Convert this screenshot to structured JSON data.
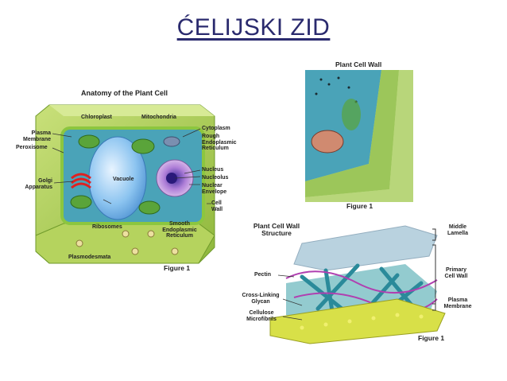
{
  "slide": {
    "title": "ĆELIJSKI ZID"
  },
  "anatomy": {
    "heading": "Anatomy of the Plant Cell",
    "figure": "Figure 1",
    "labels": {
      "chloroplast": "Chloroplast",
      "mitochondria": "Mitochondria",
      "plasma_membrane": "Plasma Membrane",
      "peroxisome": "Peroxisome",
      "golgi": "Golgi Apparatus",
      "vacuole": "Vacuole",
      "ribosomes": "Ribosomes",
      "plasmodesmata": "Plasmodesmata",
      "cytoplasm": "Cytoplasm",
      "rough_er": "Rough Endoplasmic Reticulum",
      "nucleus": "Nucleus",
      "nucleolus": "Nucleolus",
      "nuclear_envelope": "Nuclear Envelope",
      "cell_wall": "Cell Wall",
      "smooth_er": "Smooth Endoplasmic Reticulum"
    }
  },
  "wall_panel": {
    "heading": "Plant Cell Wall",
    "figure": "Figure 1"
  },
  "structure": {
    "heading": "Plant Cell Wall Structure",
    "figure": "Figure 1",
    "labels": {
      "pectin": "Pectin",
      "glycan": "Cross-Linking Glycan",
      "microfibrils": "Cellulose Microfibrils",
      "middle_lamella": "Middle Lamella",
      "primary_wall": "Primary Cell Wall",
      "plasma_membrane": "Plasma Membrane"
    }
  }
}
